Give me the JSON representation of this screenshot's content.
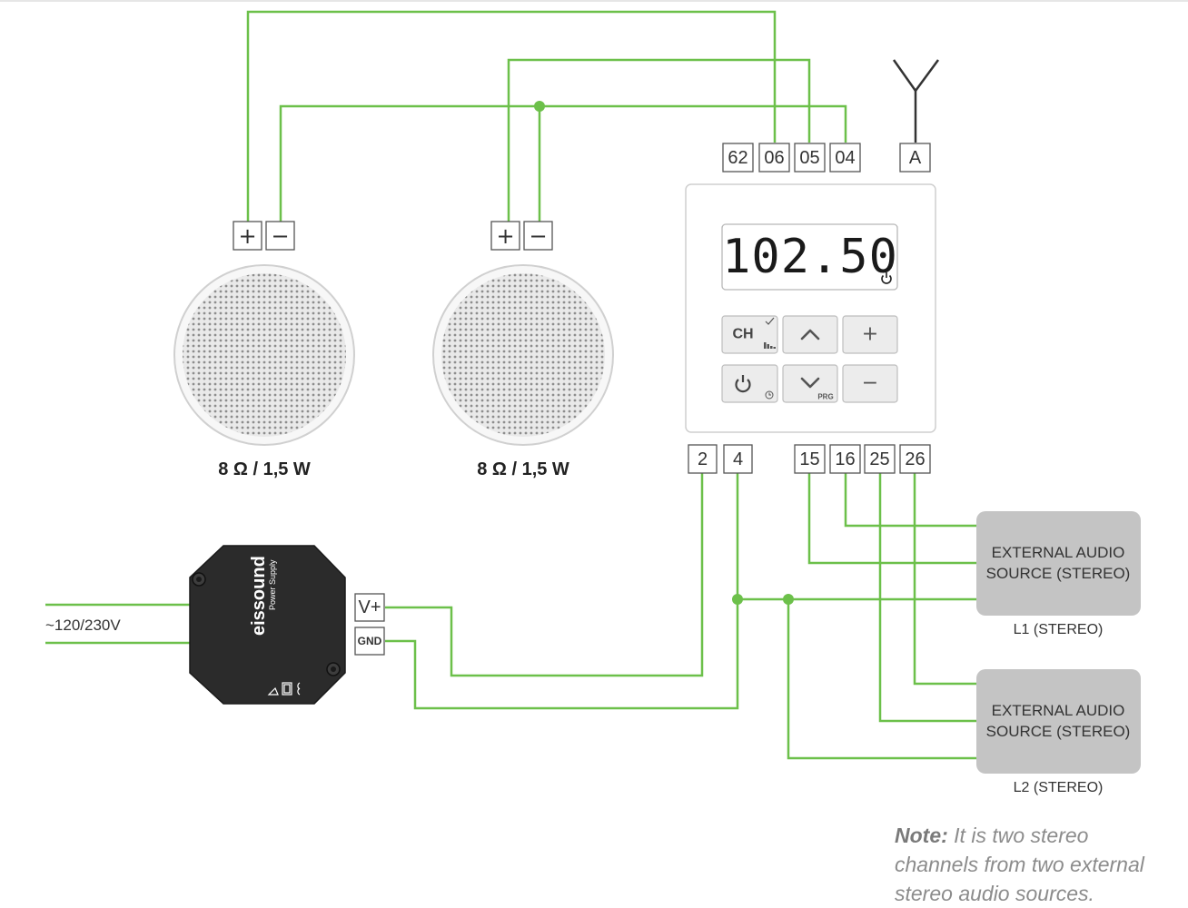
{
  "terminals_top": [
    "62",
    "06",
    "05",
    "04",
    "A"
  ],
  "terminals_bottom": [
    "2",
    "4",
    "15",
    "16",
    "25",
    "26"
  ],
  "speaker_terminals": {
    "plus": "+",
    "minus": "−"
  },
  "speakers": [
    {
      "rating": "8 Ω / 1,5 W"
    },
    {
      "rating": "8 Ω / 1,5 W"
    }
  ],
  "radio": {
    "display": "102.50",
    "buttons": {
      "ch": "CH",
      "prg": "PRG",
      "plus": "+",
      "minus": "−"
    }
  },
  "power_supply": {
    "brand": "eissound",
    "subtitle": "Power Supply",
    "input_label": "~120/230V",
    "terminal_vplus": "V+",
    "terminal_gnd": "GND"
  },
  "external_sources": [
    {
      "line1": "EXTERNAL AUDIO",
      "line2": "SOURCE (STEREO)",
      "caption": "L1 (STEREO)"
    },
    {
      "line1": "EXTERNAL AUDIO",
      "line2": "SOURCE (STEREO)",
      "caption": "L2 (STEREO)"
    }
  ],
  "note": {
    "label": "Note:",
    "text": "It is two stereo channels from two external stereo audio sources."
  },
  "colors": {
    "wire": "#6cc04a",
    "device": "#2b2b2b",
    "external_box": "#c4c4c4"
  }
}
